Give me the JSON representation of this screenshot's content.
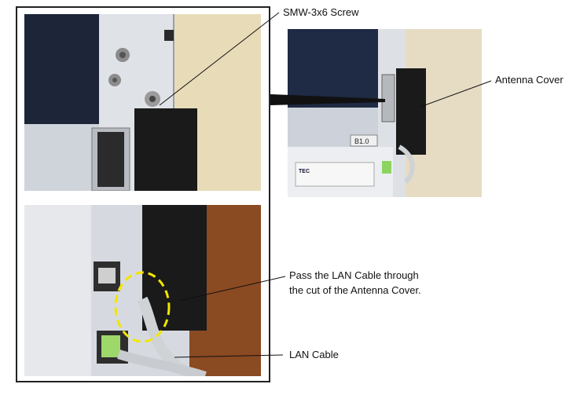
{
  "callouts": {
    "screw": "SMW-3x6 Screw",
    "antenna_cover": "Antenna Cover",
    "pass_line1": "Pass the LAN Cable through",
    "pass_line2": "the cut of the Antenna Cover.",
    "lan_cable": "LAN Cable"
  },
  "photo_text": {
    "badge": "B1.0",
    "brand": "TEC"
  },
  "colors": {
    "highlight_circle": "#f2e600",
    "frame": "#222222",
    "wood": "#8a4a22",
    "wall": "#e8dcb8",
    "printer_body": "#d8dce2",
    "dark_blue_panel": "#22304a"
  }
}
